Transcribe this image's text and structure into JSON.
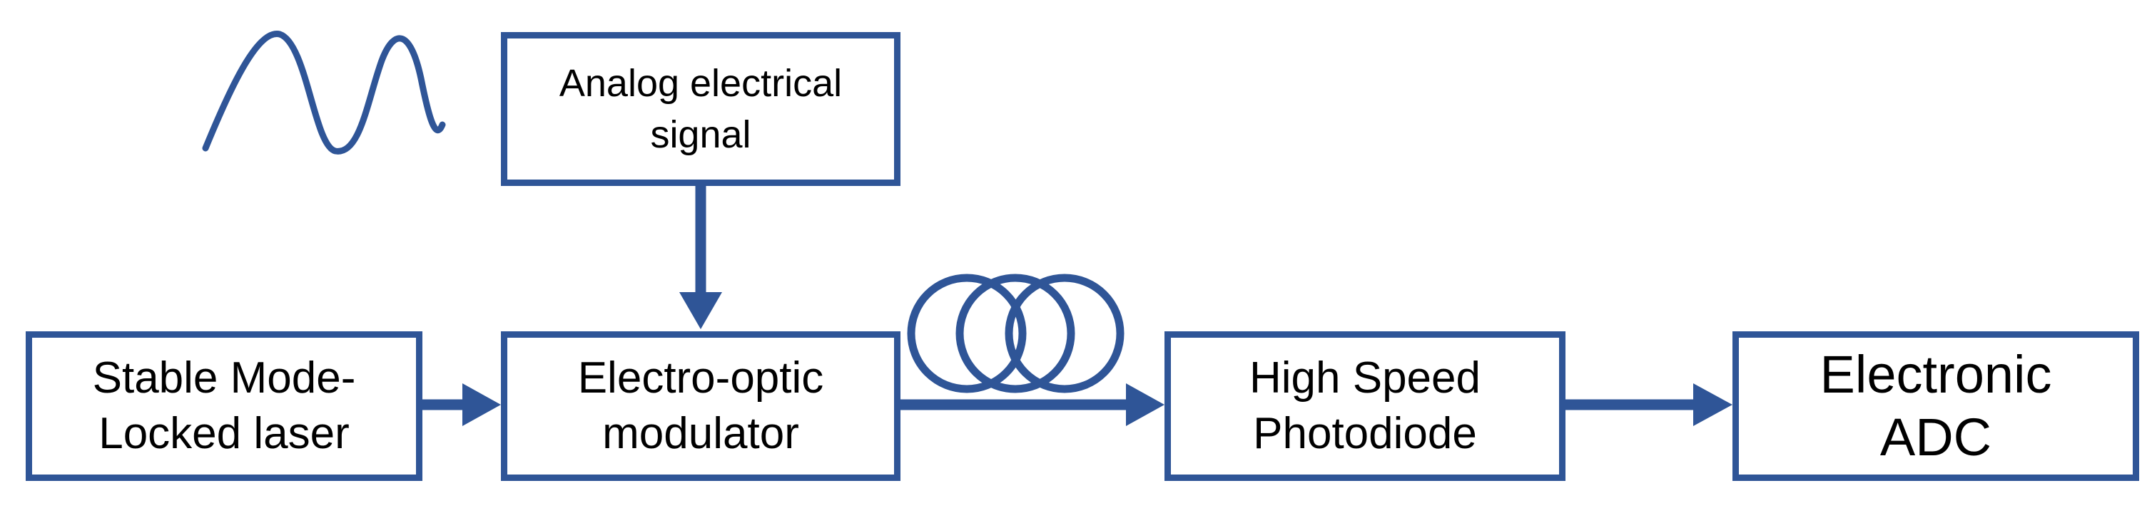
{
  "colors": {
    "line": "#2f5597",
    "text": "#000000",
    "background": "#ffffff"
  },
  "blocks": {
    "signal": "Analog electrical\nsignal",
    "laser": "Stable Mode-\nLocked laser",
    "modulator": "Electro-optic\nmodulator",
    "photodiode": "High Speed\nPhotodiode",
    "adc": "Electronic\nADC"
  },
  "icons": {
    "waveform": "sine-wave-icon",
    "fiber": "fiber-coil-icon"
  }
}
